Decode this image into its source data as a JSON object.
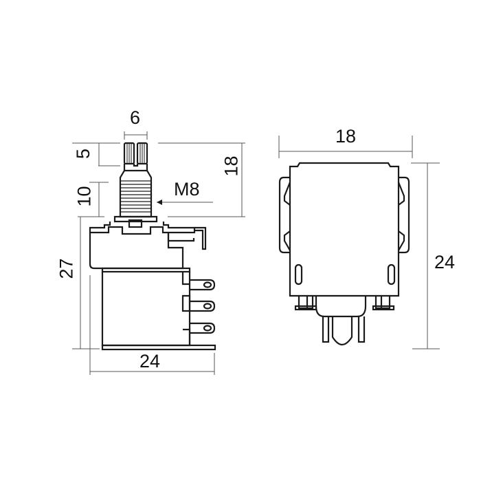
{
  "diagram": {
    "type": "dimension-drawing",
    "subject": "push-pull potentiometer",
    "units": "mm",
    "colors": {
      "background": "#ffffff",
      "line": "#1a1a1a",
      "dimension_line": "#555555"
    },
    "side_view": {
      "dimensions": {
        "shaft_diameter": "6",
        "knurl_length": "5",
        "bushing_length": "10",
        "shaft_total_length": "18",
        "thread": "M8",
        "body_height": "27",
        "body_width": "24"
      }
    },
    "front_view": {
      "dimensions": {
        "width": "18",
        "height": "24"
      }
    }
  }
}
